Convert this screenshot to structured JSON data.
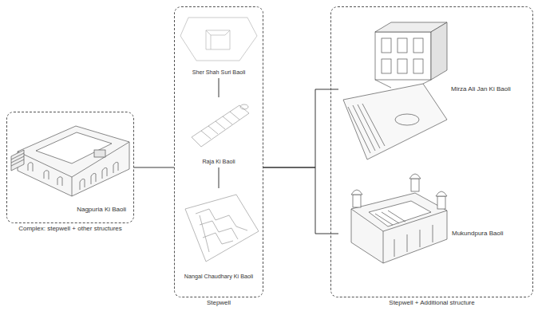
{
  "diagram": {
    "nodes": [
      {
        "text": [
          "Complex: stepwell + other structures"
        ]
      },
      {
        "text": [
          "Nagpuria Ki Baoli"
        ],
        "in": 0
      },
      {
        "text": [
          "Stepwell"
        ]
      },
      {
        "text": [
          "Sher Shah Suri Baoli"
        ],
        "in": 2
      },
      {
        "text": [
          "Raja Ki Baoli"
        ],
        "in": 2
      },
      {
        "text": [
          "Nangal Chaudhary Ki Baoli"
        ],
        "in": 2
      },
      {
        "text": [
          "Stepwell + Additional structure"
        ]
      },
      {
        "text": [
          "Mirza Ali Jan Ki Baoli"
        ],
        "in": 6
      },
      {
        "text": [
          "Mukundpura Baoli"
        ],
        "in": 6
      }
    ],
    "edges": [
      {
        "from": 0,
        "to": 2,
        "arrow": "none"
      },
      {
        "from": 2,
        "to": 7,
        "arrow": "none"
      },
      {
        "from": 2,
        "to": 8,
        "arrow": "none"
      },
      {
        "from": 3,
        "to": 4,
        "arrow": "none"
      },
      {
        "from": 4,
        "to": 5,
        "arrow": "none"
      }
    ]
  }
}
